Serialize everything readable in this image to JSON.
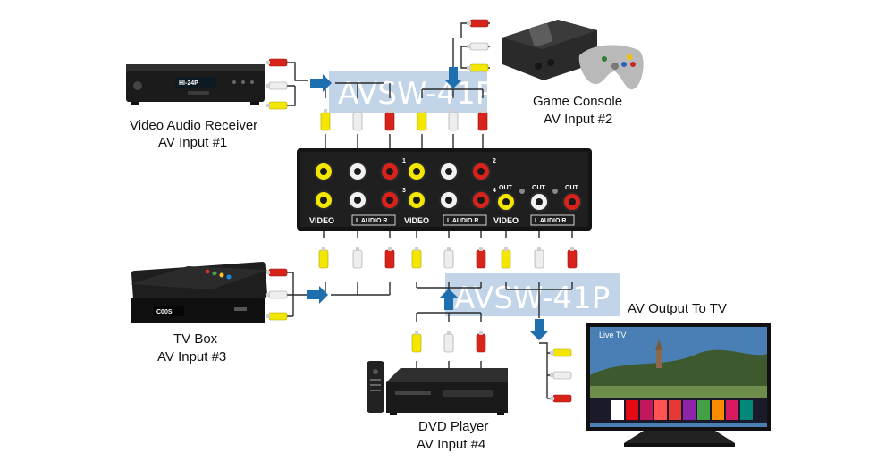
{
  "watermark": {
    "top": "AVSW-41P",
    "bottom": "AVSW-41P"
  },
  "devices": {
    "receiver": {
      "name": "Video Audio Receiver",
      "input": "AV Input #1",
      "display": "HI-24P"
    },
    "console": {
      "name": "Game Console",
      "input": "AV Input #2"
    },
    "tvbox": {
      "name": "TV Box",
      "input": "AV Input #3",
      "display": "C00S"
    },
    "dvd": {
      "name": "DVD Player",
      "input": "AV Input #4"
    },
    "tv": {
      "name": "AV Output To TV",
      "screen_text": "Live TV"
    }
  },
  "switch_box": {
    "input_numbers": [
      "1",
      "2",
      "3",
      "4"
    ],
    "out_label": "OUT",
    "video_label": "VIDEO",
    "audio_label": "L  AUDIO R"
  },
  "colors": {
    "rca_yellow": "#f3e600",
    "rca_white": "#eeeeee",
    "rca_red": "#d8231b",
    "arrow_blue": "#1d6fb0",
    "watermark_bg": "#b7cde3"
  },
  "icons": [
    "arrow-right-icon",
    "arrow-down-icon",
    "arrow-up-icon"
  ]
}
